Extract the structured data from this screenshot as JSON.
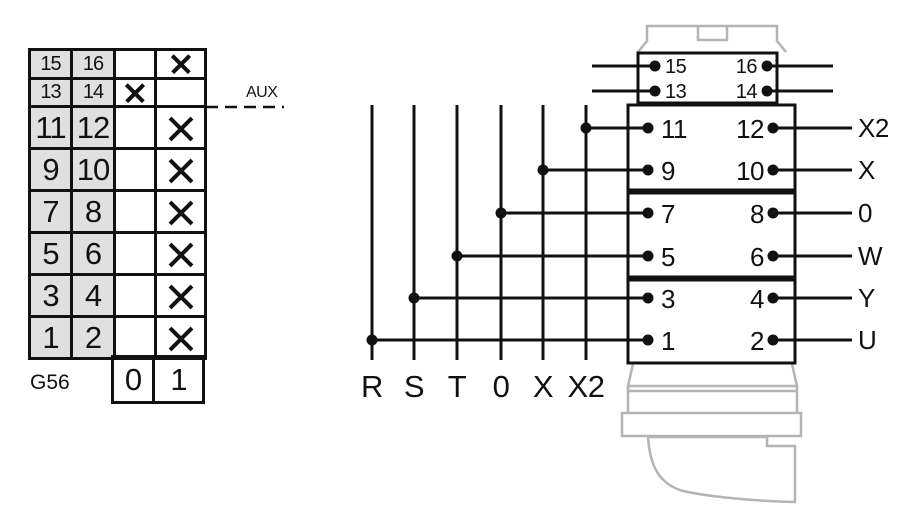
{
  "table": {
    "rows": [
      {
        "a": "15",
        "b": "16",
        "s0": "",
        "s1": "X"
      },
      {
        "a": "13",
        "b": "14",
        "s0": "X",
        "s1": ""
      },
      {
        "a": "11",
        "b": "12",
        "s0": "",
        "s1": "X"
      },
      {
        "a": "9",
        "b": "10",
        "s0": "",
        "s1": "X"
      },
      {
        "a": "7",
        "b": "8",
        "s0": "",
        "s1": "X"
      },
      {
        "a": "5",
        "b": "6",
        "s0": "",
        "s1": "X"
      },
      {
        "a": "3",
        "b": "4",
        "s0": "",
        "s1": "X"
      },
      {
        "a": "1",
        "b": "2",
        "s0": "",
        "s1": "X"
      }
    ],
    "footer": {
      "label": "G56",
      "positions": [
        "0",
        "1"
      ]
    },
    "aux_label": "AUX"
  },
  "diagram": {
    "buses": [
      "R",
      "S",
      "T",
      "0",
      "X",
      "X2"
    ],
    "rows": [
      {
        "left": "11",
        "right": "12",
        "label": "X2"
      },
      {
        "left": "9",
        "right": "10",
        "label": "X"
      },
      {
        "left": "7",
        "right": "8",
        "label": "0"
      },
      {
        "left": "5",
        "right": "6",
        "label": "W"
      },
      {
        "left": "3",
        "right": "4",
        "label": "Y"
      },
      {
        "left": "1",
        "right": "2",
        "label": "U"
      }
    ],
    "aux_rows": [
      {
        "left": "15",
        "right": "16"
      },
      {
        "left": "13",
        "right": "14"
      }
    ]
  },
  "colors": {
    "line": "#111111",
    "cell_fill": "#e0e0e0",
    "body_outline": "#b4b4b4"
  }
}
